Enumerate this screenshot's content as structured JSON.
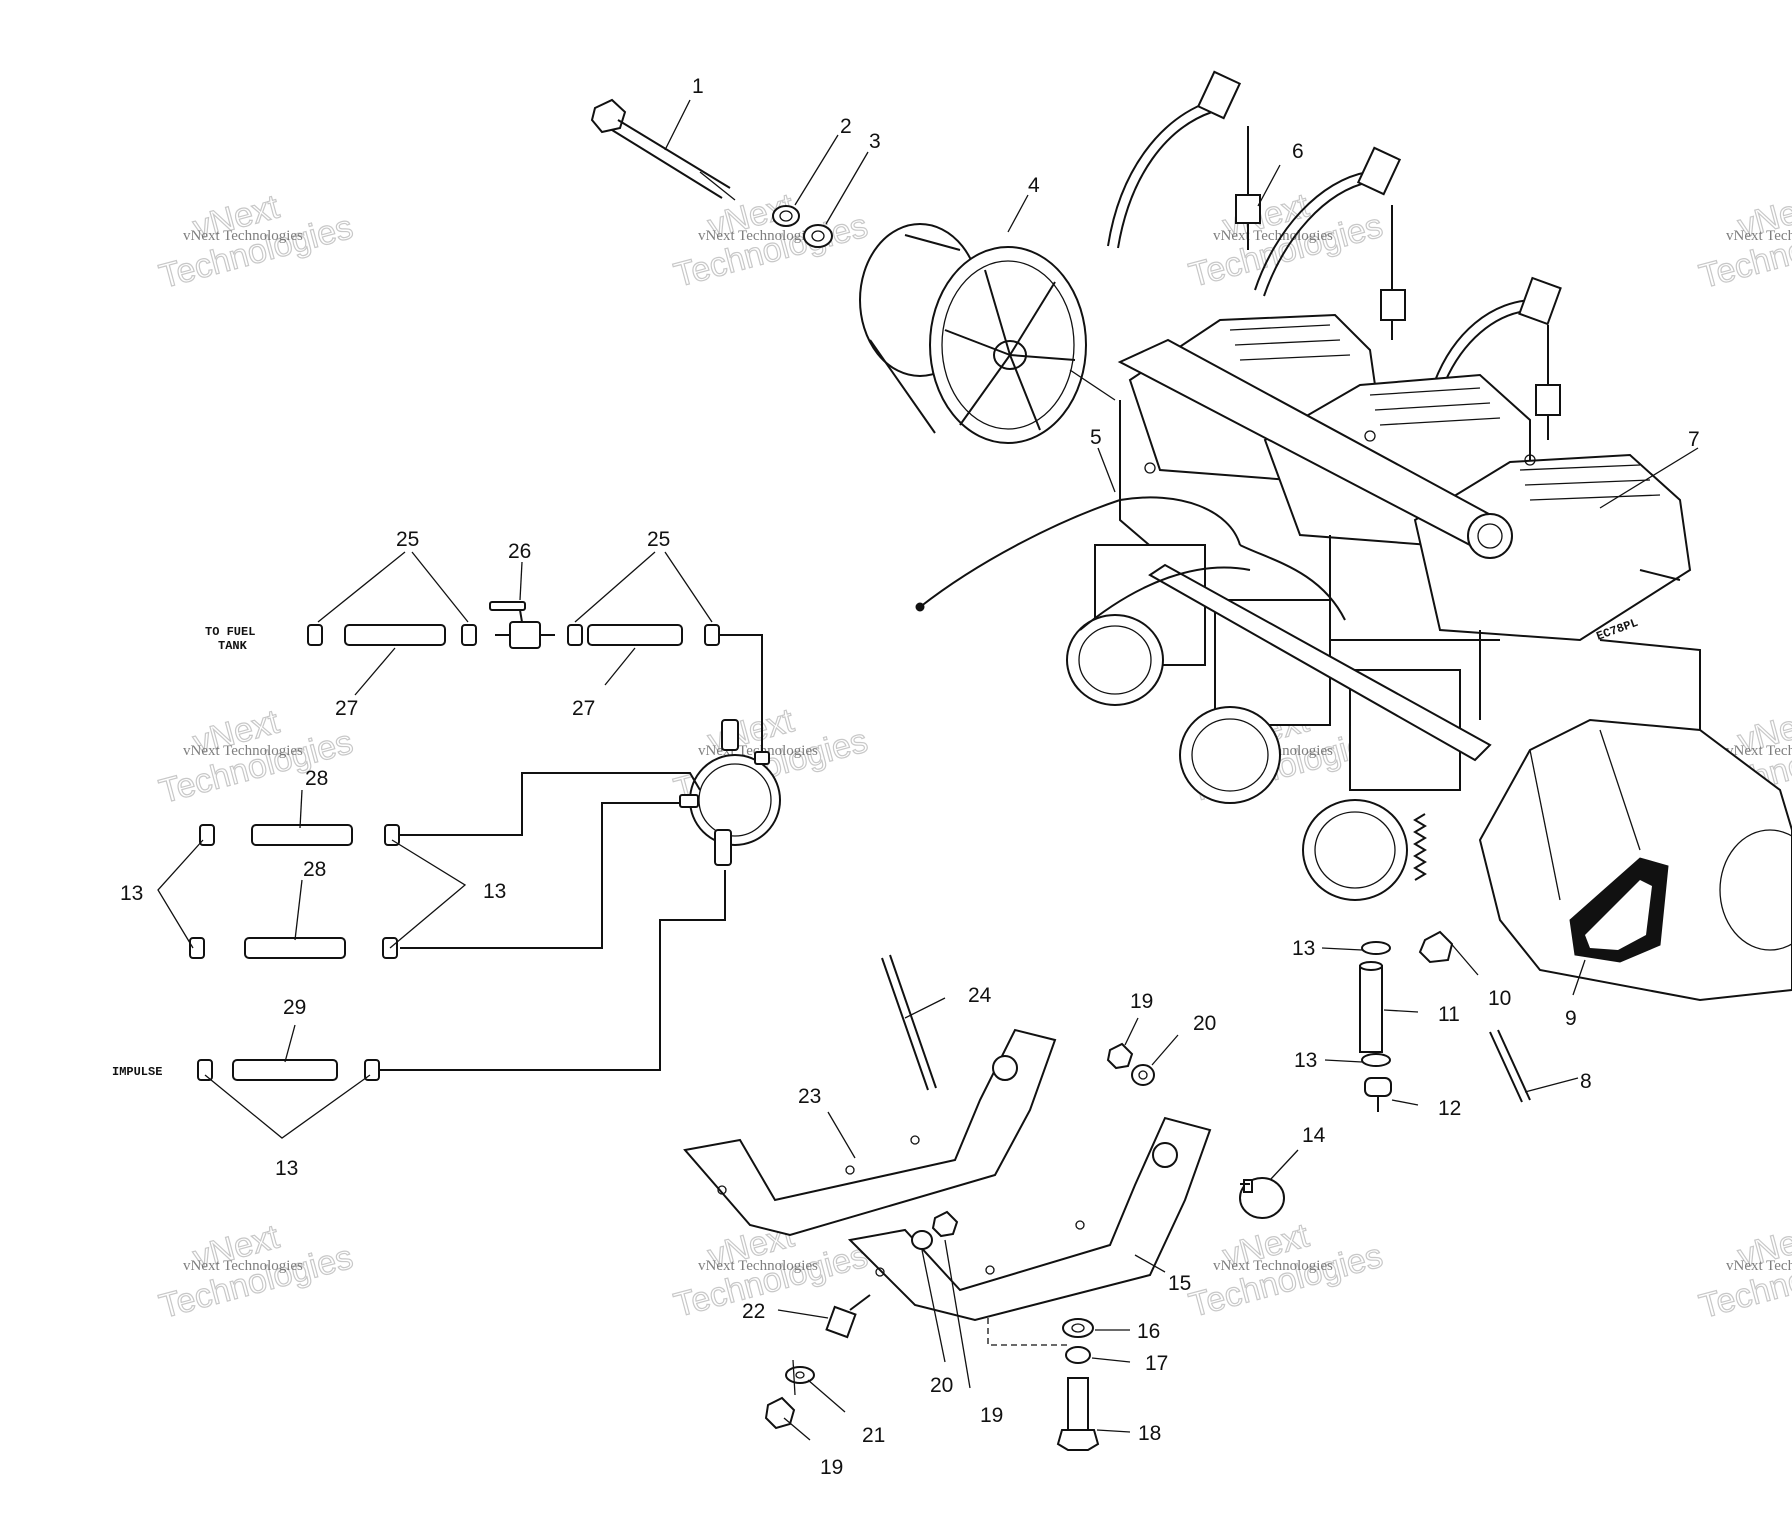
{
  "diagram": {
    "side_labels": {
      "to_fuel_tank_line1": "TO FUEL",
      "to_fuel_tank_line2": "TANK",
      "impulse": "IMPULSE"
    },
    "part_numbers": {
      "n1": "1",
      "n2": "2",
      "n3": "3",
      "n4": "4",
      "n5": "5",
      "n6": "6",
      "n7": "7",
      "n8": "8",
      "n9": "9",
      "n10": "10",
      "n11": "11",
      "n12": "12",
      "n13": "13",
      "n14": "14",
      "n15": "15",
      "n16": "16",
      "n17": "17",
      "n18": "18",
      "n19": "19",
      "n20": "20",
      "n21": "21",
      "n22": "22",
      "n23": "23",
      "n24": "24",
      "n25": "25",
      "n26": "26",
      "n27": "27",
      "n28": "28",
      "n29": "29"
    },
    "watermark": {
      "brand_line1": "vNext",
      "brand_line2": "Technologies",
      "caption": "vNext Technologies"
    },
    "colors": {
      "ink": "#111111",
      "watermark": "#bbbbbb"
    }
  }
}
